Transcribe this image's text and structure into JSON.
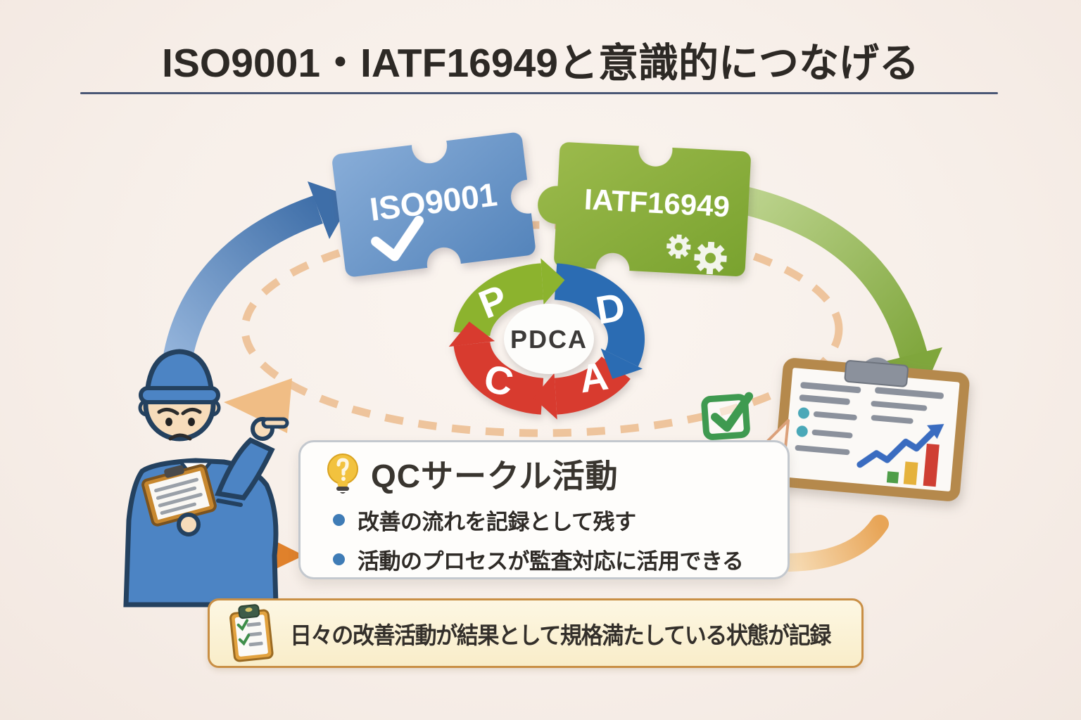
{
  "title": {
    "text": "ISO9001・IATF16949と意識的につなげる"
  },
  "puzzles": {
    "iso": {
      "label": "ISO9001",
      "color": "#5f8cc2"
    },
    "iatf": {
      "label": "IATF16949",
      "color": "#85ac38"
    }
  },
  "pdca": {
    "center": "PDCA",
    "p": "P",
    "d": "D",
    "c": "C",
    "a": "A",
    "colors": {
      "plan": "#8cb32e",
      "do": "#2b6cb3",
      "check": "#d83b2f",
      "act": "#d83b2f"
    }
  },
  "callout": {
    "heading": "QCサークル活動",
    "bullets": [
      {
        "text": "改善の流れを記録として残す"
      },
      {
        "text": "活動のプロセスが監査対応に活用できる"
      }
    ]
  },
  "banner": {
    "text": "日々の改善活動が結果として規格満たしている状態が記録"
  },
  "icons": {
    "lightbulb": "lightbulb-icon",
    "check_blue_puzzle": "checkmark-icon",
    "gears_green_puzzle": "gears-icon",
    "clipboard_chart": "clipboard-chart-icon",
    "green_checkbox": "checkbox-checked-icon",
    "banner_clipboard": "checklist-clipboard-icon",
    "worker": "worker-character"
  },
  "colors": {
    "background": "#f7efe9",
    "title_text": "#2d2925",
    "divider": "#4a5775",
    "arrow_blue": "#3e6ea8",
    "arrow_green": "#7fa63c",
    "arrow_orange": "#e0812b",
    "dashed_loop": "#eec49c",
    "callout_border": "#c3c8ce",
    "banner_border": "#c98f45",
    "bullet_dot": "#3f7cb6"
  }
}
